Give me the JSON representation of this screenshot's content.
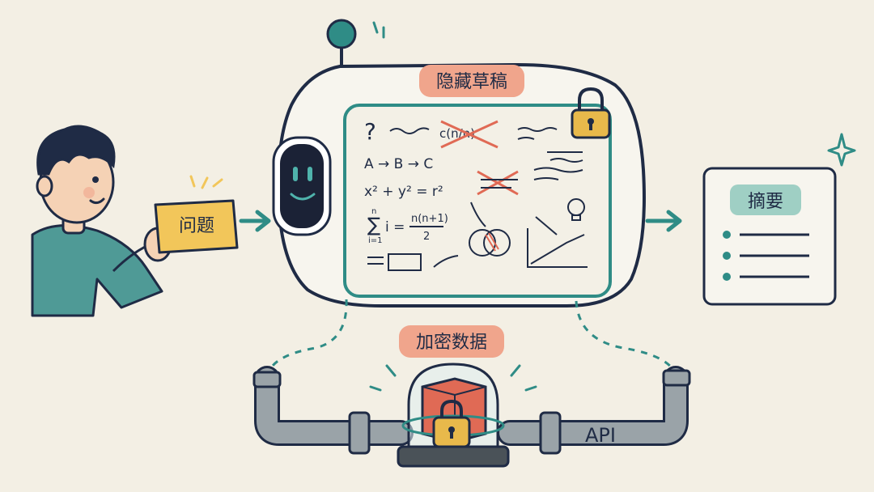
{
  "labels": {
    "question": "问题",
    "hidden_draft": "隐藏草稿",
    "summary": "摘要",
    "encrypted_data": "加密数据",
    "api": "API"
  },
  "draft_notes": {
    "question_mark": "?",
    "chain": "A → B → C",
    "pythagoras": "x² + y² = r²",
    "sum_upper": "n",
    "sum_body": "i =",
    "sum_lower": "i=1",
    "sum_numer": "n(n+1)",
    "sum_denom": "2",
    "struck_formula": "c(n/n)"
  },
  "colors": {
    "ink": "#1f2b45",
    "teal": "#2f8c86",
    "card_yellow": "#f2c65a",
    "tag_salmon": "#f0a58c",
    "summary_tag": "#9fcfc4",
    "lock_gold": "#e8b94b",
    "crate_red": "#e06a55",
    "pipe_gray": "#9aa3a8",
    "skin": "#f5d2b5",
    "shirt": "#4f9a96"
  }
}
